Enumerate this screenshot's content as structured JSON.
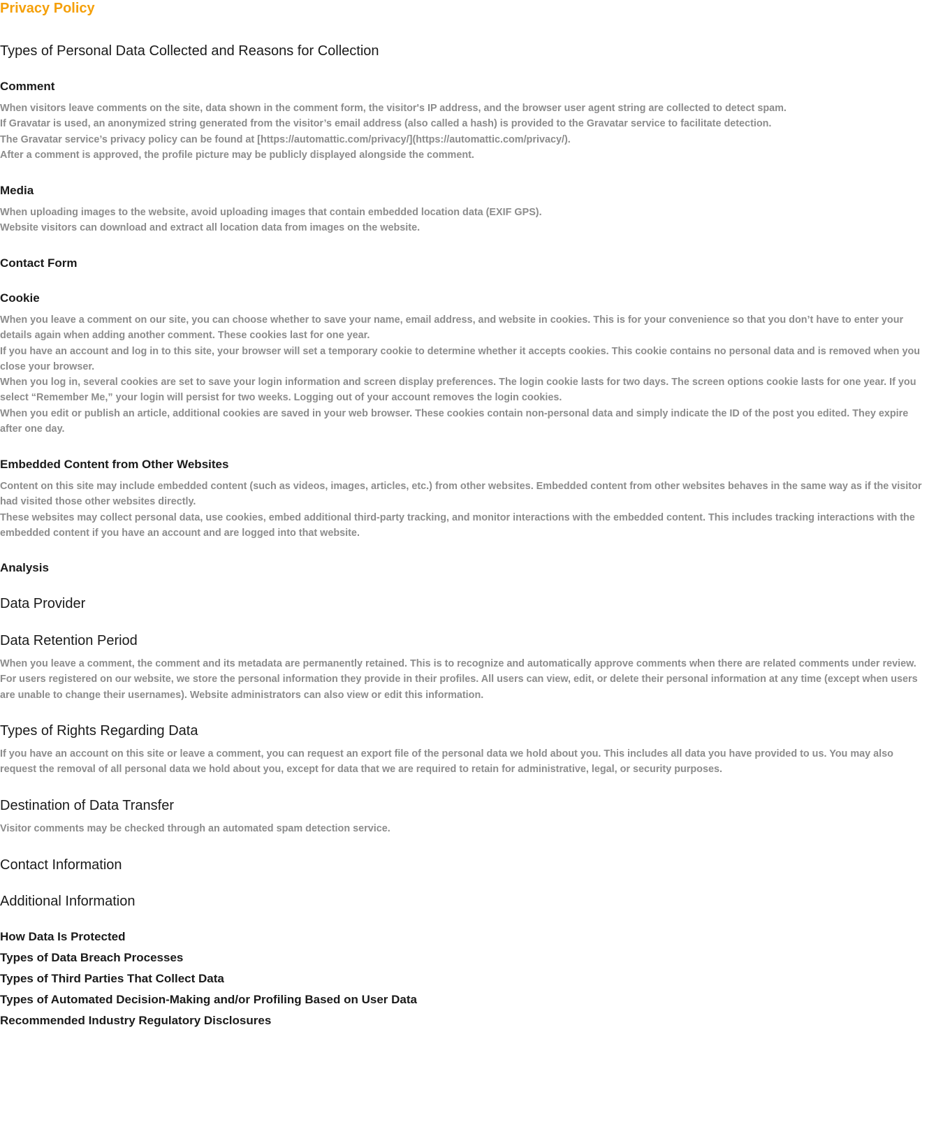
{
  "title": "Privacy Policy",
  "types_heading": "Types of Personal Data Collected and Reasons for Collection",
  "comment": {
    "heading": "Comment",
    "paragraphs": [
      "When visitors leave comments on the site, data shown in the comment form, the visitor's IP address, and the browser user agent string are collected to detect spam.",
      "If Gravatar is used, an anonymized string generated from the visitor’s email address (also called a hash) is provided to the Gravatar service to facilitate detection.",
      "The Gravatar service’s privacy policy can be found at [https://automattic.com/privacy/](https://automattic.com/privacy/).",
      "After a comment is approved, the profile picture may be publicly displayed alongside the comment."
    ]
  },
  "media": {
    "heading": "Media",
    "paragraphs": [
      "When uploading images to the website, avoid uploading images that contain embedded location data (EXIF GPS).",
      "Website visitors can download and extract all location data from images on the website."
    ]
  },
  "contact_form": {
    "heading": "Contact Form"
  },
  "cookie": {
    "heading": "Cookie",
    "paragraphs": [
      "When you leave a comment on our site, you can choose whether to save your name, email address, and website in cookies. This is for your convenience so that you don’t have to enter your details again when adding another comment. These cookies last for one year.",
      "If you have an account and log in to this site, your browser will set a temporary cookie to determine whether it accepts cookies. This cookie contains no personal data and is removed when you close your browser.",
      "When you log in, several cookies are set to save your login information and screen display preferences. The login cookie lasts for two days. The screen options cookie lasts for one year. If you select “Remember Me,” your login will persist for two weeks. Logging out of your account removes the login cookies.",
      "When you edit or publish an article, additional cookies are saved in your web browser. These cookies contain non-personal data and simply indicate the ID of the post you edited. They expire after one day."
    ]
  },
  "embedded": {
    "heading": "Embedded Content from Other Websites",
    "paragraphs": [
      "Content on this site may include embedded content (such as videos, images, articles, etc.) from other websites. Embedded content from other websites behaves in the same way as if the visitor had visited those other websites directly.",
      "These websites may collect personal data, use cookies, embed additional third-party tracking, and monitor interactions with the embedded content. This includes tracking interactions with the embedded content if you have an account and are logged into that website."
    ]
  },
  "analysis": {
    "heading": "Analysis"
  },
  "data_provider": {
    "heading": "Data Provider"
  },
  "retention": {
    "heading": "Data Retention Period",
    "paragraphs": [
      "When you leave a comment, the comment and its metadata are permanently retained. This is to recognize and automatically approve comments when there are related comments under review.",
      "For users registered on our website, we store the personal information they provide in their profiles. All users can view, edit, or delete their personal information at any time (except when users are unable to change their usernames). Website administrators can also view or edit this information."
    ]
  },
  "rights": {
    "heading": "Types of Rights Regarding Data",
    "paragraphs": [
      "If you have an account on this site or leave a comment, you can request an export file of the personal data we hold about you. This includes all data you have provided to us. You may also request the removal of all personal data we hold about you, except for data that we are required to retain for administrative, legal, or security purposes."
    ]
  },
  "transfer": {
    "heading": "Destination of Data Transfer",
    "paragraphs": [
      "Visitor comments may be checked through an automated spam detection service."
    ]
  },
  "contact_info": {
    "heading": "Contact Information"
  },
  "additional": {
    "heading": "Additional Information",
    "items": [
      "How Data Is Protected",
      "Types of Data Breach Processes",
      "Types of Third Parties That Collect Data",
      "Types of Automated Decision-Making and/or Profiling Based on User Data",
      "Recommended Industry Regulatory Disclosures"
    ]
  }
}
